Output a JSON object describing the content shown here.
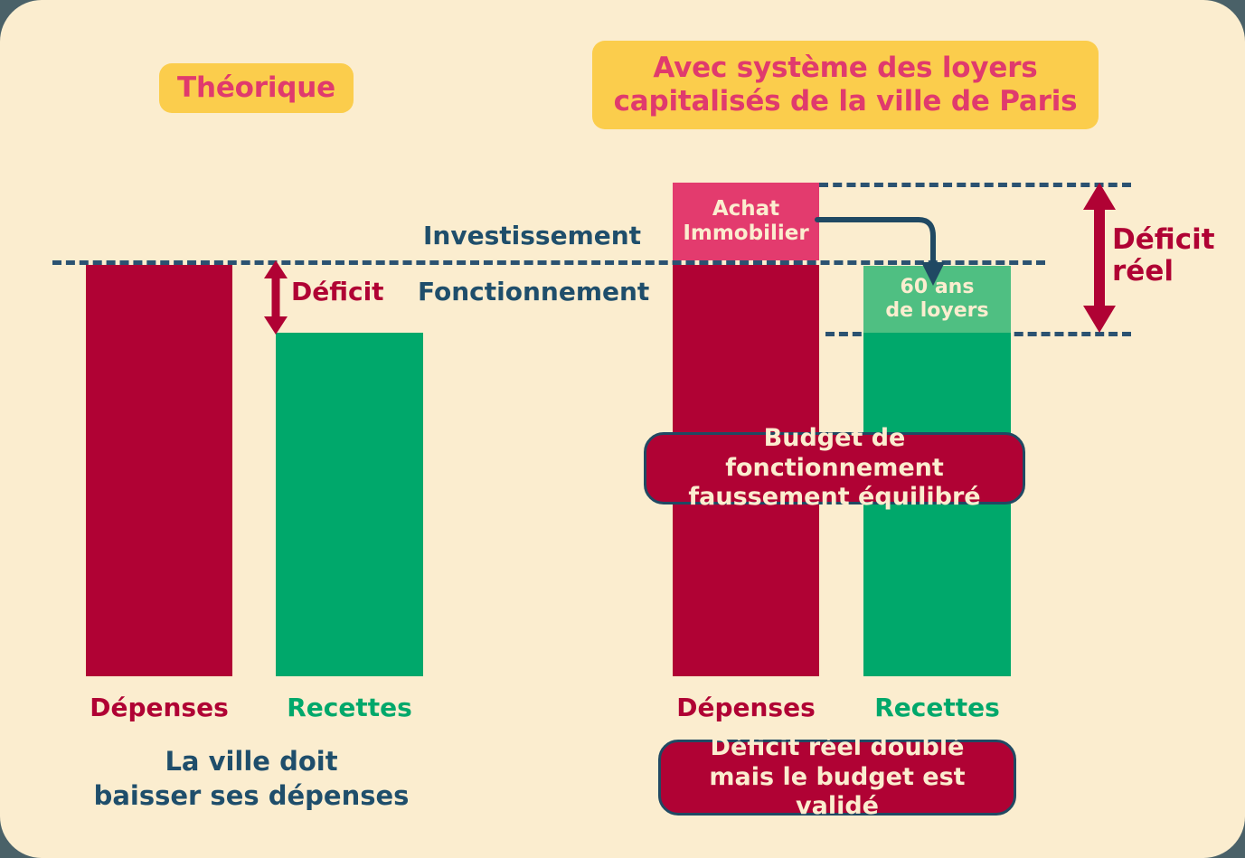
{
  "theme": {
    "background": "#fbedcf",
    "outer_background": "#4a6168",
    "crimson": "#b00234",
    "green": "#00a86b",
    "green_light": "#4fbf82",
    "pink": "#e33b6e",
    "yellow": "#fbcd4c",
    "navy": "#1f4e6b"
  },
  "badges": {
    "left": "Théorique",
    "right": "Avec système des loyers\ncapitalisés de la ville de Paris"
  },
  "section_labels": {
    "investissement": "Investissement",
    "fonctionnement": "Fonctionnement"
  },
  "left_chart": {
    "bars": [
      {
        "caption": "Dépenses",
        "color": "#b00234"
      },
      {
        "caption": "Recettes",
        "color": "#00a86b"
      }
    ],
    "deficit_label": "Déficit",
    "note": "La ville doit\nbaisser ses dépenses"
  },
  "right_chart": {
    "bars": [
      {
        "caption": "Dépenses",
        "color": "#b00234"
      },
      {
        "caption": "Recettes",
        "color": "#00a86b"
      }
    ],
    "achat_box": "Achat\nImmobilier",
    "loyers_box": "60 ans\nde loyers",
    "deficit_label": "Déficit\nréel",
    "pill_budget": "Budget de fonctionnement\nfaussement équilibré",
    "pill_deficit": "Déficit réel doublé\nmais le budget est validé"
  },
  "chart_data": {
    "type": "bar",
    "title": "Comparaison budgétaire : théorique vs système des loyers capitalisés de la ville de Paris",
    "xlabel": "",
    "ylabel": "",
    "grid": false,
    "legend_position": "none",
    "axis_lines": [
      {
        "name": "investissement-fonctionnement-separator",
        "y_value": 100,
        "style": "dashed"
      },
      {
        "name": "top-reference-right",
        "y_value": 119,
        "style": "dashed"
      },
      {
        "name": "bottom-reference-right",
        "y_value": 83,
        "style": "dashed"
      }
    ],
    "panels": [
      {
        "name": "Théorique",
        "categories": [
          "Dépenses",
          "Recettes"
        ],
        "series": [
          {
            "name": "Fonctionnement",
            "values": [
              100,
              83
            ],
            "colors": [
              "#b00234",
              "#00a86b"
            ]
          }
        ],
        "annotations": [
          {
            "label": "Déficit",
            "from": 100,
            "to": 83,
            "value": 17,
            "color": "#b00234"
          }
        ],
        "note": "La ville doit baisser ses dépenses"
      },
      {
        "name": "Avec système des loyers capitalisés de la ville de Paris",
        "categories": [
          "Dépenses",
          "Recettes"
        ],
        "series": [
          {
            "name": "Fonctionnement",
            "values": [
              100,
              83
            ],
            "colors": [
              "#b00234",
              "#00a86b"
            ]
          },
          {
            "name": "Investissement / Achat Immobilier",
            "values": [
              19,
              0
            ],
            "colors": [
              "#e33b6e",
              null
            ]
          },
          {
            "name": "60 ans de loyers",
            "values": [
              0,
              16
            ],
            "colors": [
              null,
              "#4fbf82"
            ]
          }
        ],
        "annotations": [
          {
            "label": "Déficit réel",
            "from": 119,
            "to": 83,
            "value": 36,
            "color": "#b00234"
          },
          {
            "label": "Budget de fonctionnement faussement équilibré"
          },
          {
            "label": "Déficit réel doublé mais le budget est validé"
          }
        ]
      }
    ]
  }
}
